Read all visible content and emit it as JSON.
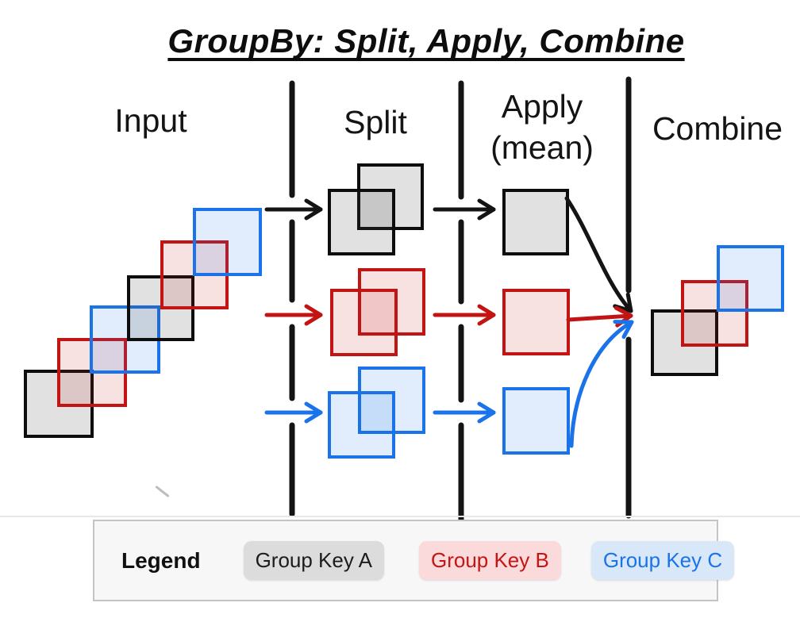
{
  "title": "GroupBy: Split, Apply, Combine",
  "columns": {
    "input": {
      "label": "Input"
    },
    "split": {
      "label": "Split"
    },
    "apply": {
      "label": "Apply",
      "sublabel": "(mean)"
    },
    "combine": {
      "label": "Combine"
    }
  },
  "groups": [
    {
      "key": "A",
      "name": "Group Key A",
      "border_color": "#0d0d0d",
      "fill_color": "rgba(70,70,70,0.16)"
    },
    {
      "key": "B",
      "name": "Group Key B",
      "border_color": "#c31414",
      "fill_color": "rgba(195,20,20,0.13)"
    },
    {
      "key": "C",
      "name": "Group Key C",
      "border_color": "#1a73e8",
      "fill_color": "rgba(26,115,232,0.13)"
    }
  ],
  "diagram": {
    "input_square_sequence": [
      "A",
      "B",
      "C",
      "A",
      "B",
      "C"
    ],
    "split_groups": [
      {
        "key": "A",
        "squares": 2
      },
      {
        "key": "B",
        "squares": 2
      },
      {
        "key": "C",
        "squares": 2
      }
    ],
    "apply_results": [
      "A",
      "B",
      "C"
    ],
    "combine_cluster": [
      "A",
      "B",
      "C"
    ]
  },
  "legend": {
    "title": "Legend",
    "items": [
      {
        "label": "Group Key A",
        "text_color": "#1c1c1c",
        "bg_color": "#dcdcdc"
      },
      {
        "label": "Group Key B",
        "text_color": "#c41414",
        "bg_color": "#fadada"
      },
      {
        "label": "Group Key C",
        "text_color": "#1a73e8",
        "bg_color": "#d9e8f8"
      }
    ]
  },
  "colors": {
    "background": "#ffffff",
    "line": "#141414",
    "legend_box_bg": "#f7f7f7",
    "legend_box_border": "#c4c4c4"
  }
}
